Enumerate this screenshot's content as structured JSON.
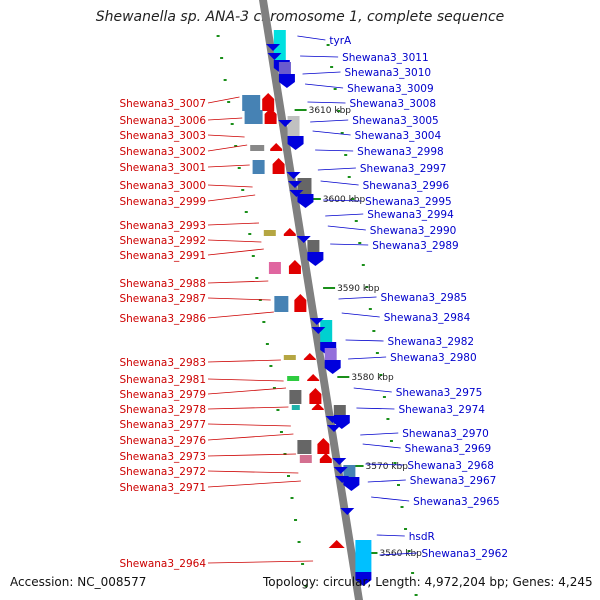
{
  "title": "Shewanella sp. ANA-3 chromosome 1, complete sequence",
  "accession": "Accession: NC_008577",
  "summary": "Topology: circular; Length: 4,972,204 bp; Genes: 4,245",
  "colors": {
    "left_labels": "#cc0000",
    "right_labels": "#0000cc",
    "backbone": "#808080",
    "ticks": "#1a8f1a"
  },
  "kbp_ticks": [
    "3610 kbp",
    "3600 kbp",
    "3590 kbp",
    "3580 kbp",
    "3570 kbp",
    "3560 kbp"
  ],
  "left_genes": [
    "Shewana3_3007",
    "Shewana3_3006",
    "Shewana3_3003",
    "Shewana3_3002",
    "Shewana3_3001",
    "Shewana3_3000",
    "Shewana3_2999",
    "Shewana3_2993",
    "Shewana3_2992",
    "Shewana3_2991",
    "Shewana3_2988",
    "Shewana3_2987",
    "Shewana3_2986",
    "Shewana3_2983",
    "Shewana3_2981",
    "Shewana3_2979",
    "Shewana3_2978",
    "Shewana3_2977",
    "Shewana3_2976",
    "Shewana3_2973",
    "Shewana3_2972",
    "Shewana3_2971",
    "Shewana3_2964"
  ],
  "right_genes": [
    "tyrA",
    "Shewana3_3011",
    "Shewana3_3010",
    "Shewana3_3009",
    "Shewana3_3008",
    "Shewana3_3005",
    "Shewana3_3004",
    "Shewana3_2998",
    "Shewana3_2997",
    "Shewana3_2996",
    "Shewana3_2995",
    "Shewana3_2994",
    "Shewana3_2990",
    "Shewana3_2989",
    "Shewana3_2985",
    "Shewana3_2984",
    "Shewana3_2982",
    "Shewana3_2980",
    "Shewana3_2975",
    "Shewana3_2974",
    "Shewana3_2970",
    "Shewana3_2969",
    "Shewana3_2968",
    "Shewana3_2967",
    "Shewana3_2965",
    "hsdR",
    "Shewana3_2962"
  ]
}
